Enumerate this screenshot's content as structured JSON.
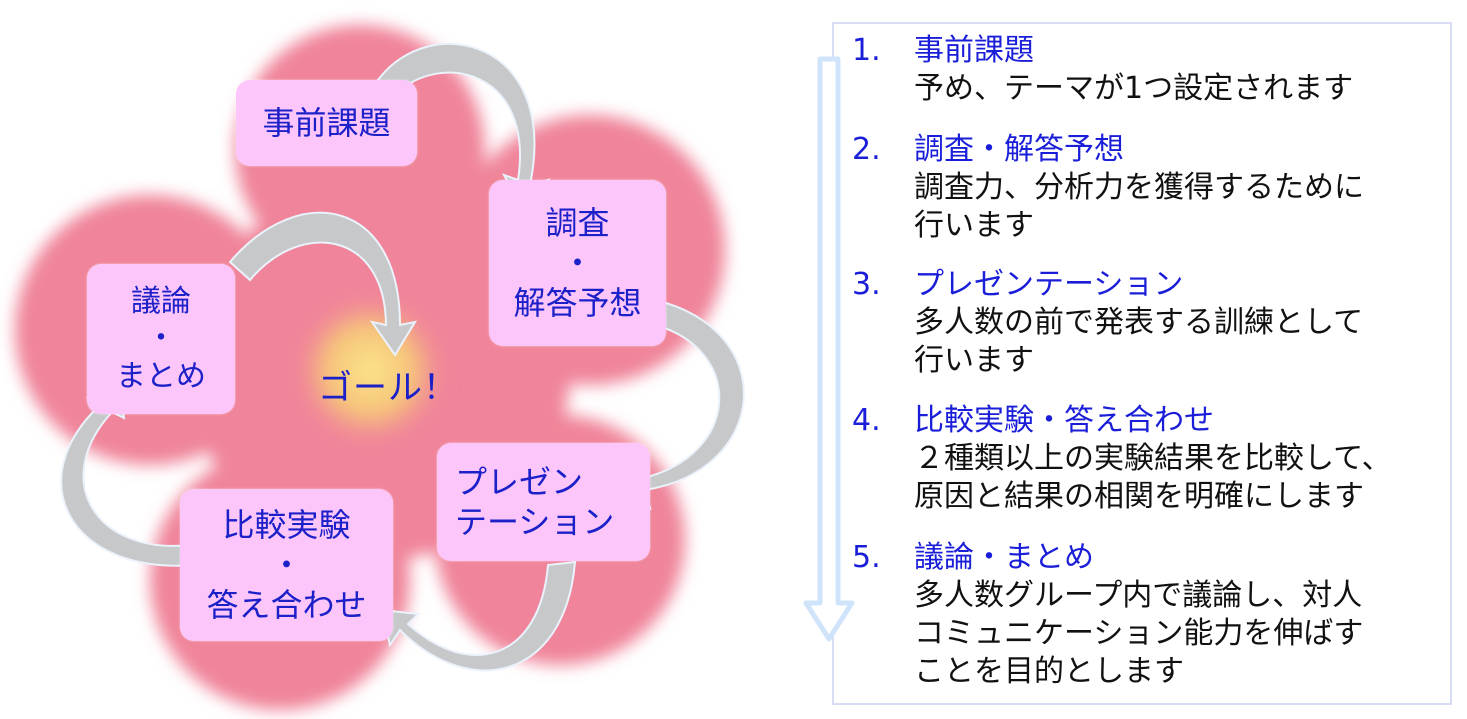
{
  "diagram": {
    "center_label": "ゴール！",
    "boxes": {
      "jizen": [
        "事前課題"
      ],
      "chousa": [
        "調査",
        "・",
        "解答予想"
      ],
      "present": [
        "プレゼン",
        "テーション"
      ],
      "hikaku": [
        "比較実験",
        "・",
        "答え合わせ"
      ],
      "giron": [
        "議論",
        "・",
        "まとめ"
      ]
    }
  },
  "steps": [
    {
      "num": "1.",
      "title": "事前課題",
      "desc": [
        "予め、テーマが1つ設定されます"
      ]
    },
    {
      "num": "2.",
      "title": "調査・解答予想",
      "desc": [
        "調査力、分析力を獲得するために",
        "行います"
      ]
    },
    {
      "num": "3.",
      "title": "プレゼンテーション",
      "desc": [
        "多人数の前で発表する訓練として",
        "行います"
      ]
    },
    {
      "num": "4.",
      "title": "比較実験・答え合わせ",
      "desc": [
        "２種類以上の実験結果を比較して、",
        "原因と結果の相関を明確にします"
      ]
    },
    {
      "num": "5.",
      "title": "議論・まとめ",
      "desc": [
        "多人数グループ内で議論し、対人",
        "コミュニケーション能力を伸ばす",
        "ことを目的とします"
      ]
    }
  ],
  "colors": {
    "petal": "#f0849a",
    "box": "#fcc6fa",
    "label_text": "#1c20c8",
    "step_title": "#1a1ed8",
    "arrow": "#c4c6c8",
    "down_arrow": "#cfe4fa"
  }
}
